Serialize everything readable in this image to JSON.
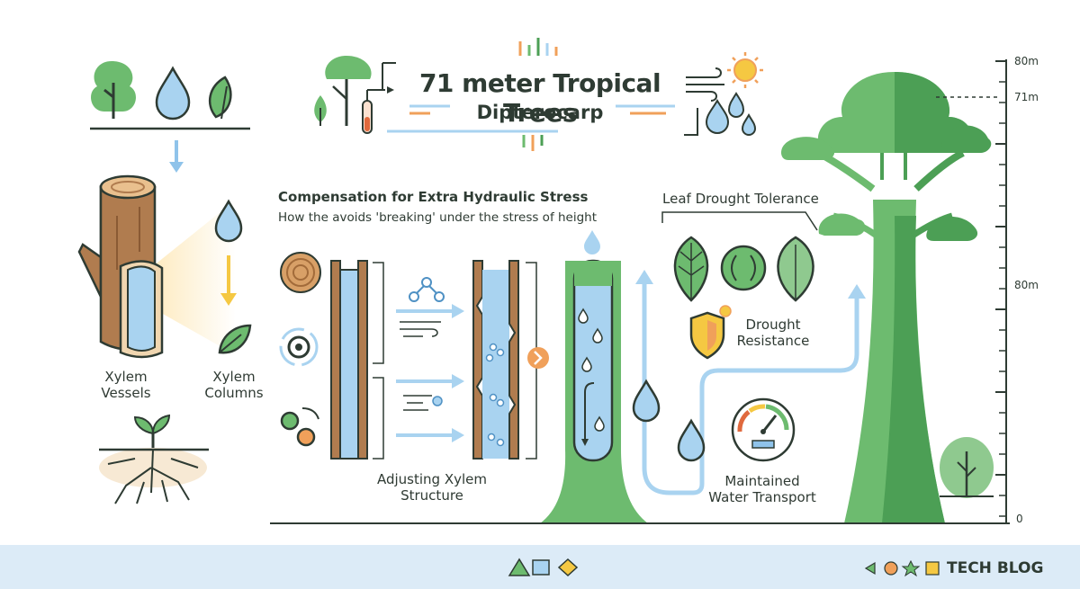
{
  "title": {
    "main": "71 meter Tropical Trees",
    "sub": "Dipterocarp"
  },
  "section": {
    "heading": "Compensation for Extra Hydraulic Stress",
    "subheading": "How the avoids 'breaking' under the stress of height"
  },
  "labels": {
    "xylem_vessels": [
      "Xylem",
      "Vessels"
    ],
    "xylem_columns": [
      "Xylem",
      "Columns"
    ],
    "adjusting": [
      "Adjusting Xylem",
      "Structure"
    ],
    "leaf_tolerance": "Leaf Drought Tolerance",
    "drought": [
      "Drought",
      "Resistance"
    ],
    "water_transport": [
      "Maintained",
      "Water Transport"
    ]
  },
  "scale": {
    "top": "80m",
    "marker": "71m",
    "mid": "80m",
    "bottom": "0"
  },
  "footer": {
    "brand": "TECH BLOG"
  },
  "colors": {
    "green": "#6dbb6f",
    "dark_green": "#4c9f55",
    "water": "#a9d3f0",
    "water_dark": "#4f91c4",
    "wood": "#b07c4f",
    "orange": "#f0a05a",
    "yellow": "#f5c842",
    "footer_bg": "#dcebf7",
    "ink": "#2e3b33"
  }
}
